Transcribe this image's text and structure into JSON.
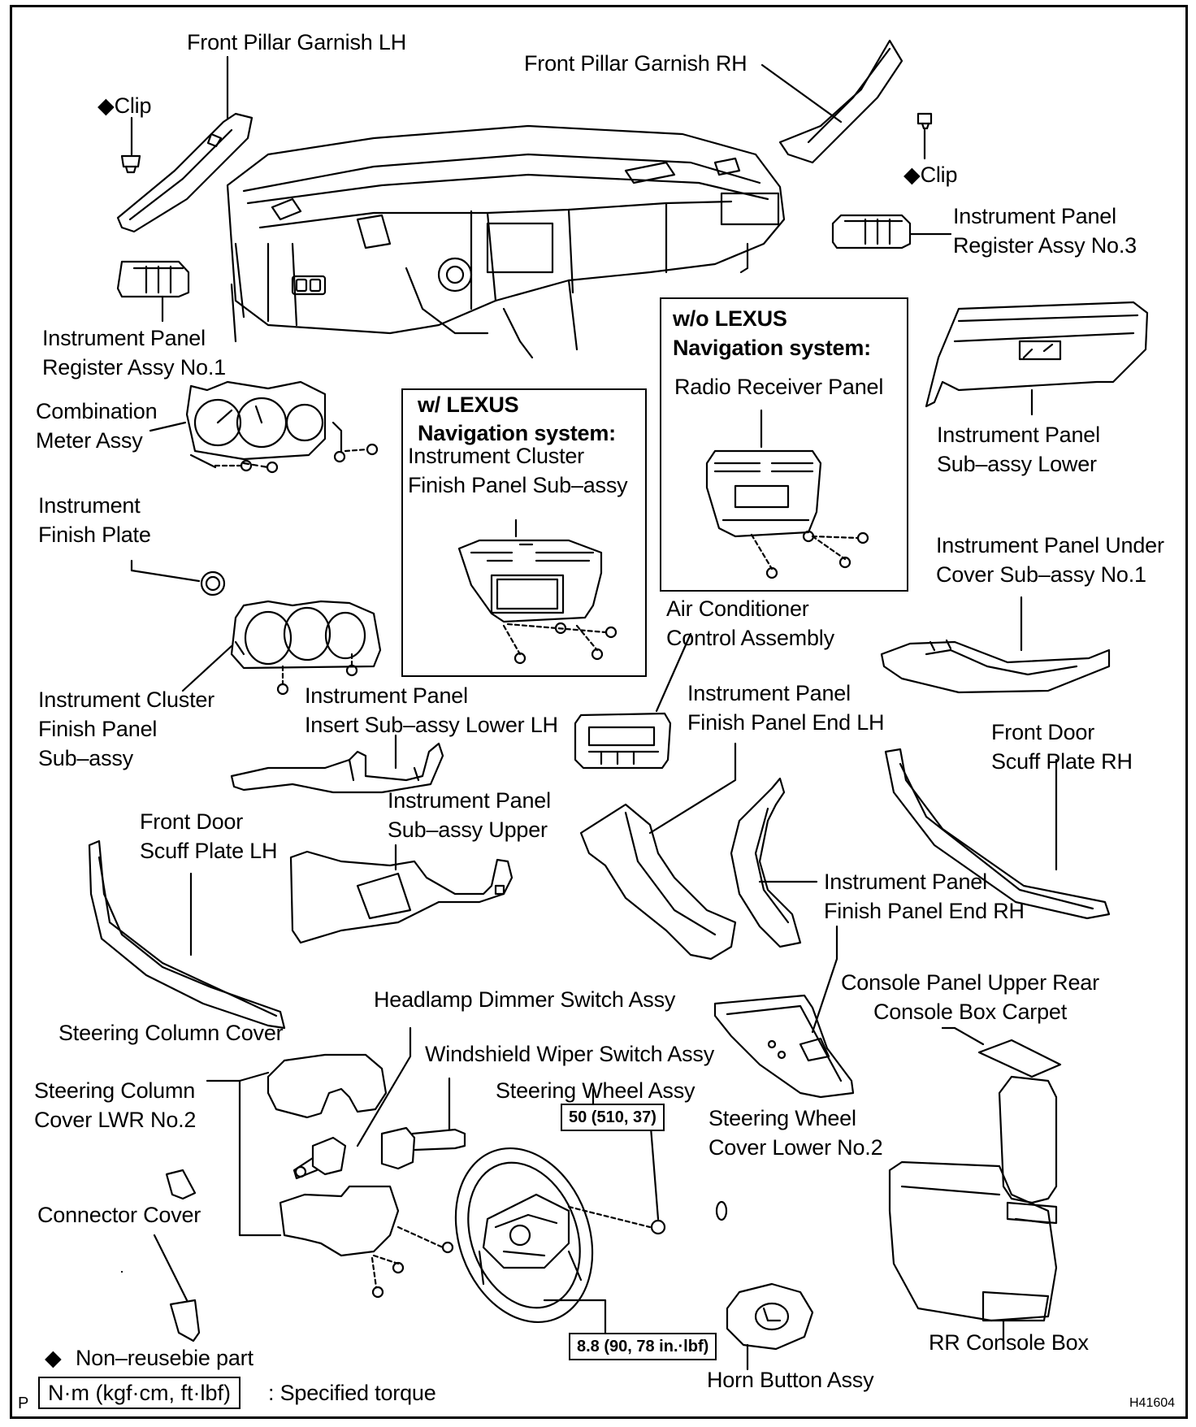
{
  "labels": {
    "front_pillar_garnish_lh": "Front Pillar Garnish LH",
    "front_pillar_garnish_rh": "Front Pillar Garnish RH",
    "clip_left": "◆Clip",
    "clip_right": "◆Clip",
    "register_no3_line1": "Instrument Panel",
    "register_no3_line2": "Register Assy No.3",
    "register_no1_line1": "Instrument Panel",
    "register_no1_line2": "Register Assy No.1",
    "combination_meter_line1": "Combination",
    "combination_meter_line2": "Meter Assy",
    "finish_plate_line1": "Instrument",
    "finish_plate_line2": "Finish Plate",
    "cluster_finish_line1": "Instrument Cluster",
    "cluster_finish_line2": "Finish Panel",
    "cluster_finish_line3": "Sub–assy",
    "insert_lower_line1": "Instrument Panel",
    "insert_lower_line2": "Insert Sub–assy Lower LH",
    "w_nav_line1": "w/ LEXUS",
    "w_nav_line2": "Navigation system:",
    "w_nav_part_line1": "Instrument Cluster",
    "w_nav_part_line2": "Finish Panel Sub–assy",
    "wo_nav_line1": "w/o LEXUS",
    "wo_nav_line2": "Navigation system:",
    "wo_nav_part": "Radio Receiver Panel",
    "sub_assy_lower_line1": "Instrument Panel",
    "sub_assy_lower_line2": "Sub–assy Lower",
    "under_cover_line1": "Instrument Panel Under",
    "under_cover_line2": "Cover Sub–assy No.1",
    "ac_control_line1": "Air Conditioner",
    "ac_control_line2": "Control Assembly",
    "end_lh_line1": "Instrument Panel",
    "end_lh_line2": "Finish Panel End LH",
    "scuff_rh_line1": "Front Door",
    "scuff_rh_line2": "Scuff Plate RH",
    "scuff_lh_line1": "Front Door",
    "scuff_lh_line2": "Scuff Plate LH",
    "sub_assy_upper_line1": "Instrument Panel",
    "sub_assy_upper_line2": "Sub–assy Upper",
    "end_rh_line1": "Instrument Panel",
    "end_rh_line2": "Finish Panel End RH",
    "headlamp_switch": "Headlamp Dimmer Switch Assy",
    "console_upper_rear": "Console Panel Upper Rear",
    "console_carpet": "Console Box Carpet",
    "steering_column_cover": "Steering Column Cover",
    "wiper_switch": "Windshield Wiper Switch Assy",
    "column_cover_lwr_line1": "Steering Column",
    "column_cover_lwr_line2": "Cover LWR No.2",
    "steering_wheel": "Steering Wheel Assy",
    "wheel_cover_lower_line1": "Steering Wheel",
    "wheel_cover_lower_line2": "Cover Lower No.2",
    "connector_cover": "Connector Cover",
    "horn_button": "Horn Button Assy",
    "rr_console_box": "RR Console Box"
  },
  "torques": {
    "steering_wheel_nut": "50 (510, 37)",
    "horn_button_screw": "8.8 (90, 78 in.·lbf)"
  },
  "legend": {
    "non_reusable_symbol": "◆",
    "non_reusable_text": "Non–reusebie part",
    "torque_unit": "N·m (kgf·cm, ft·lbf)",
    "torque_text": ": Specified torque"
  },
  "corner": {
    "left_mark": "P",
    "figure_id": "H41604"
  }
}
